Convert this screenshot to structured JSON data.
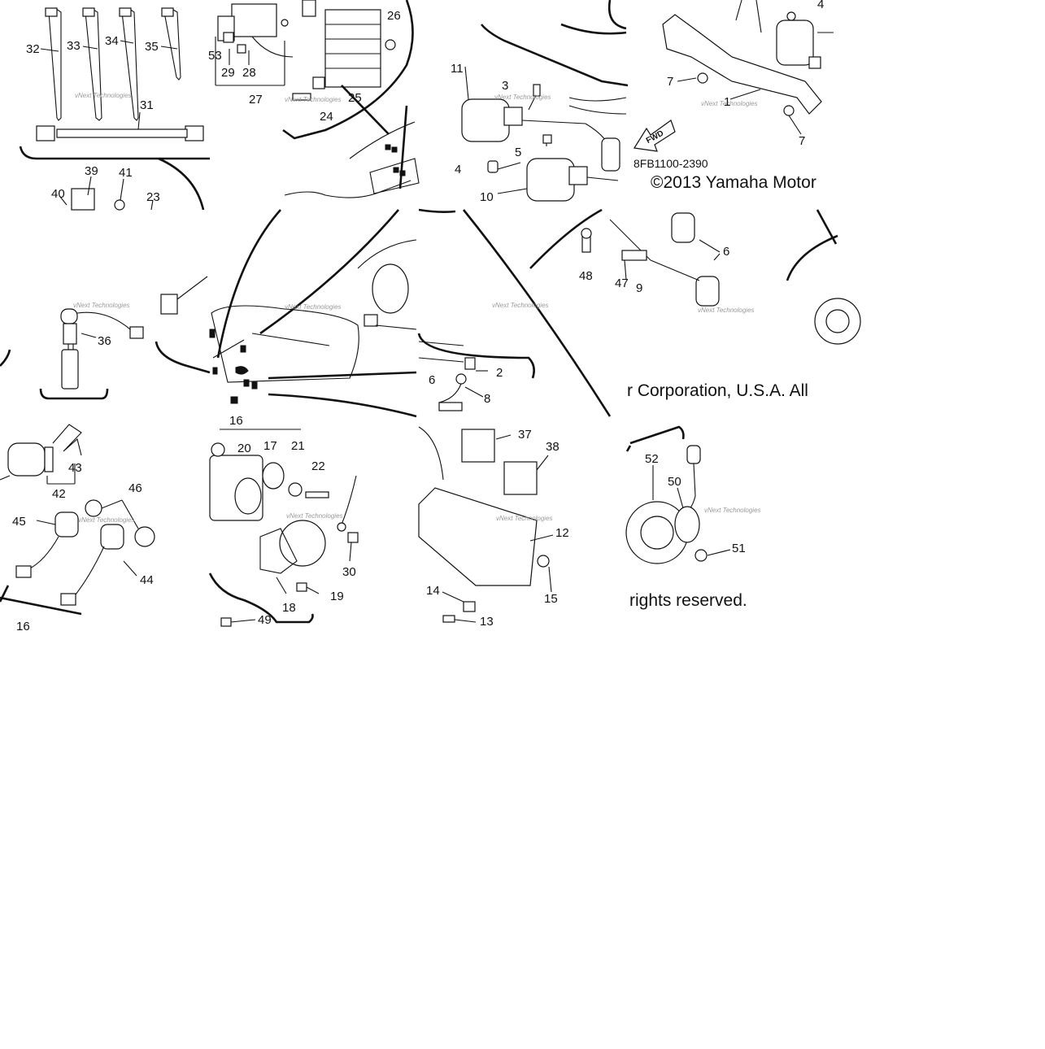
{
  "diagram": {
    "code": "8FB1100-2390",
    "copyright_line1": "©2013 Yamaha Motor",
    "copyright_line2": "r Corporation, U.S.A. All",
    "copyright_line3": "rights reserved.",
    "fwd_label": "FWD",
    "watermark": "vNext Technologies",
    "callouts": {
      "c32": "32",
      "c33": "33",
      "c34": "34",
      "c35": "35",
      "c31": "31",
      "c39": "39",
      "c41": "41",
      "c40": "40",
      "c23": "23",
      "c53": "53",
      "c29": "29",
      "c28": "28",
      "c27": "27",
      "c26": "26",
      "c25": "25",
      "c24": "24",
      "c11": "11",
      "c3": "3",
      "c5": "5",
      "c4a": "4",
      "c10": "10",
      "c4b": "4",
      "c7a": "7",
      "c1": "1",
      "c7b": "7",
      "c36": "36",
      "c2": "2",
      "c6a": "6",
      "c8": "8",
      "c48": "48",
      "c47": "47",
      "c9": "9",
      "c6b": "6",
      "c43": "43",
      "c42": "42",
      "c46": "46",
      "c45": "45",
      "c44": "44",
      "c16a": "16",
      "c16b": "16",
      "c20": "20",
      "c17": "17",
      "c21": "21",
      "c22": "22",
      "c30": "30",
      "c18": "18",
      "c19": "19",
      "c49": "49",
      "c37": "37",
      "c38": "38",
      "c12": "12",
      "c14": "14",
      "c15": "15",
      "c13": "13",
      "c52": "52",
      "c50": "50",
      "c51": "51"
    }
  }
}
